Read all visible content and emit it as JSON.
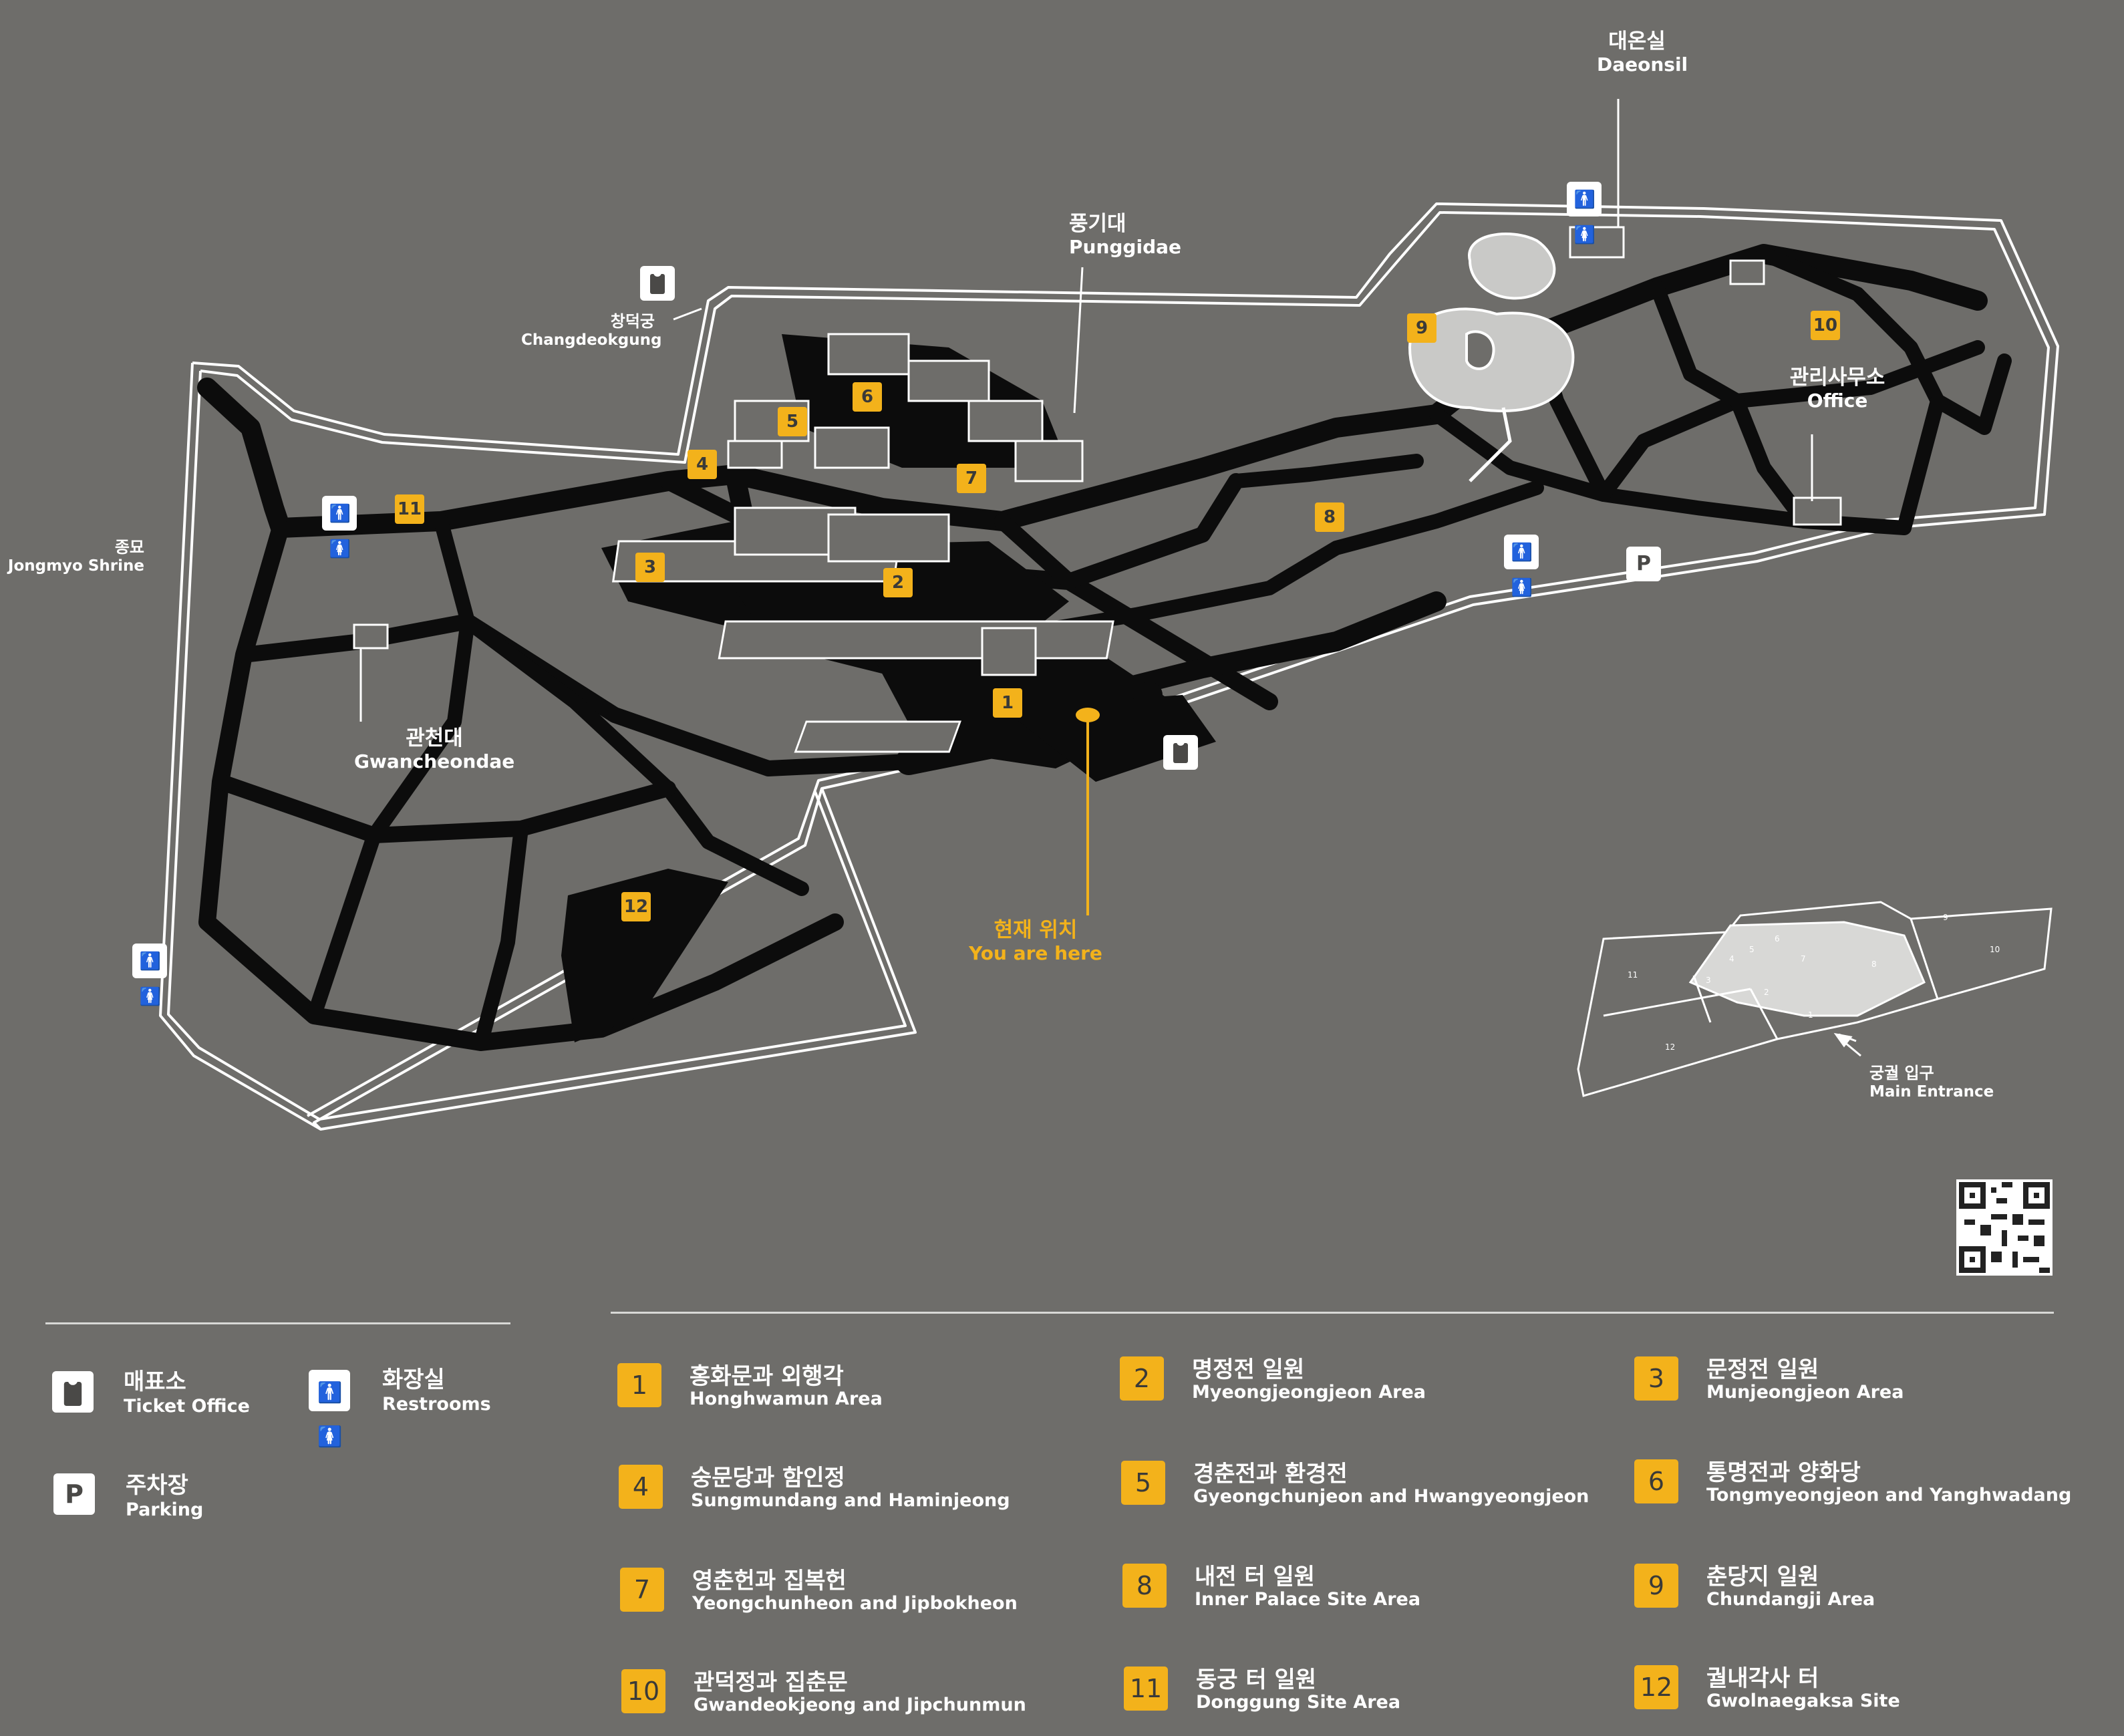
{
  "map": {
    "labels": {
      "daeonsil": {
        "ko": "대온실",
        "en": "Daeonsil"
      },
      "punggidae": {
        "ko": "풍기대",
        "en": "Punggidae"
      },
      "changdeokgung": {
        "ko": "창덕궁",
        "en": "Changdeokgung"
      },
      "jongmyo": {
        "ko": "종묘",
        "en": "Jongmyo Shrine"
      },
      "gwancheondae": {
        "ko": "관천대",
        "en": "Gwancheondae"
      },
      "office": {
        "ko": "관리사무소",
        "en": "Office"
      },
      "you_are_here": {
        "ko": "현재 위치",
        "en": "You are here"
      }
    },
    "inset": {
      "entrance": {
        "ko": "궁궐 입구",
        "en": "Main Entrance"
      },
      "numbers": [
        "1",
        "2",
        "3",
        "4",
        "5",
        "6",
        "7",
        "8",
        "9",
        "10",
        "11",
        "12"
      ]
    },
    "markers": [
      "1",
      "2",
      "3",
      "4",
      "5",
      "6",
      "7",
      "8",
      "9",
      "10",
      "11",
      "12"
    ],
    "parking_symbol": "P"
  },
  "legend": {
    "ticket": {
      "ko": "매표소",
      "en": "Ticket Office"
    },
    "restrooms": {
      "ko": "화장실",
      "en": "Restrooms"
    },
    "parking": {
      "ko": "주차장",
      "en": "Parking",
      "symbol": "P"
    }
  },
  "areas": [
    {
      "num": "1",
      "ko": "홍화문과 외행각",
      "en": "Honghwamun Area"
    },
    {
      "num": "2",
      "ko": "명정전 일원",
      "en": "Myeongjeongjeon Area"
    },
    {
      "num": "3",
      "ko": "문정전 일원",
      "en": "Munjeongjeon Area"
    },
    {
      "num": "4",
      "ko": "숭문당과 함인정",
      "en": "Sungmundang and Haminjeong"
    },
    {
      "num": "5",
      "ko": "경춘전과 환경전",
      "en": "Gyeongchunjeon and Hwangyeongjeon"
    },
    {
      "num": "6",
      "ko": "통명전과 양화당",
      "en": "Tongmyeongjeon and Yanghwadang"
    },
    {
      "num": "7",
      "ko": "영춘헌과 집복헌",
      "en": "Yeongchunheon and Jipbokheon"
    },
    {
      "num": "8",
      "ko": "내전 터 일원",
      "en": "Inner Palace Site Area"
    },
    {
      "num": "9",
      "ko": "춘당지 일원",
      "en": "Chundangji Area"
    },
    {
      "num": "10",
      "ko": "관덕정과 집춘문",
      "en": "Gwandeokjeong and Jipchunmun"
    },
    {
      "num": "11",
      "ko": "동궁 터 일원",
      "en": "Donggung Site Area"
    },
    {
      "num": "12",
      "ko": "궐내각사 터",
      "en": "Gwolnaegaksa Site"
    }
  ],
  "colors": {
    "background": "#6e6d6a",
    "path": "#0c0c0c",
    "accent": "#f3b21b",
    "line": "#ffffff"
  }
}
